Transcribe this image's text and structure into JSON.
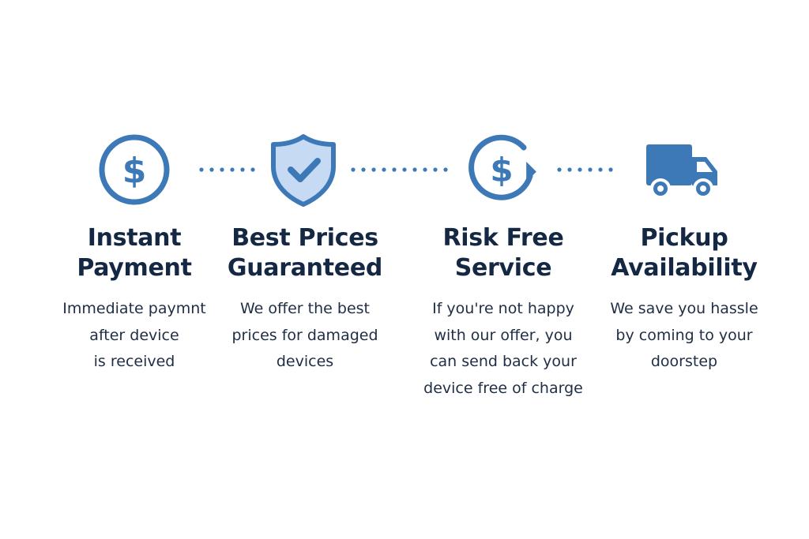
{
  "colors": {
    "accent": "#3e79b7",
    "accent_light": "#c6dbf3",
    "title_text": "#152843",
    "body_text": "#1f2e45"
  },
  "features": [
    {
      "icon": "dollar-circle-icon",
      "title_lines": [
        "Instant",
        "Payment"
      ],
      "desc_lines": [
        "Immediate paymnt",
        "after device",
        "is received"
      ]
    },
    {
      "icon": "shield-check-icon",
      "title_lines": [
        "Best Prices",
        "Guaranteed"
      ],
      "desc_lines": [
        "We offer the best",
        "prices for damaged",
        "devices"
      ]
    },
    {
      "icon": "dollar-refresh-icon",
      "title_lines": [
        "Risk Free",
        "Service"
      ],
      "desc_lines": [
        "If you're not happy",
        "with our offer, you",
        "can send back your",
        "device free of charge"
      ]
    },
    {
      "icon": "delivery-truck-icon",
      "title_lines": [
        "Pickup",
        "Availability"
      ],
      "desc_lines": [
        "We save you hassle",
        "by coming to your",
        "doorstep"
      ]
    }
  ]
}
